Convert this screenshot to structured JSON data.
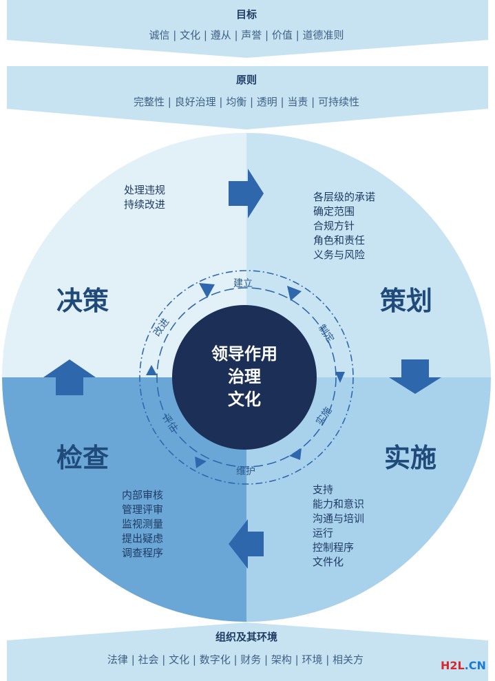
{
  "top_banner": {
    "title": "目标",
    "items": "诚信 | 文化 | 遵从 | 声誉 | 价值 | 道德准则"
  },
  "principles_banner": {
    "title": "原则",
    "items": "完整性 | 良好治理 | 均衡 | 透明 | 当责 | 可持续性"
  },
  "bottom_banner": {
    "title": "组织及其环境",
    "items": "法律 | 社会 | 文化 | 数字化 | 财务 | 架构 | 环境 | 相关方"
  },
  "quadrants": {
    "decision": {
      "title": "决策",
      "items": [
        "处理违规",
        "持续改进"
      ]
    },
    "planning": {
      "title": "策划",
      "items": [
        "各层级的承诺",
        "确定范围",
        "合规方针",
        "角色和责任",
        "义务与风险"
      ]
    },
    "check": {
      "title": "检查",
      "items": [
        "内部审核",
        "管理评审",
        "监视测量",
        "提出疑虑",
        "调查程序"
      ]
    },
    "implement": {
      "title": "实施",
      "items": [
        "支持",
        "能力和意识",
        "沟通与培训",
        "运行",
        "控制程序",
        "文件化"
      ]
    }
  },
  "cycle": {
    "establish": "建立",
    "formulate": "制定",
    "implement": "实施",
    "maintain": "维护",
    "evaluate": "评估",
    "improve": "改进"
  },
  "center": {
    "line1": "领导作用",
    "line2": "治理",
    "line3": "文化"
  },
  "watermark": {
    "part1": "H2L",
    "part2": ".CN"
  },
  "colors": {
    "banner": "#c7e3f1",
    "quad_tl": "#e2f0f8",
    "quad_tr": "#c8e4f3",
    "quad_bl": "#6aa6d6",
    "quad_br": "#a8d1ec",
    "center": "#1b2f57",
    "arrow": "#2f67ad"
  }
}
